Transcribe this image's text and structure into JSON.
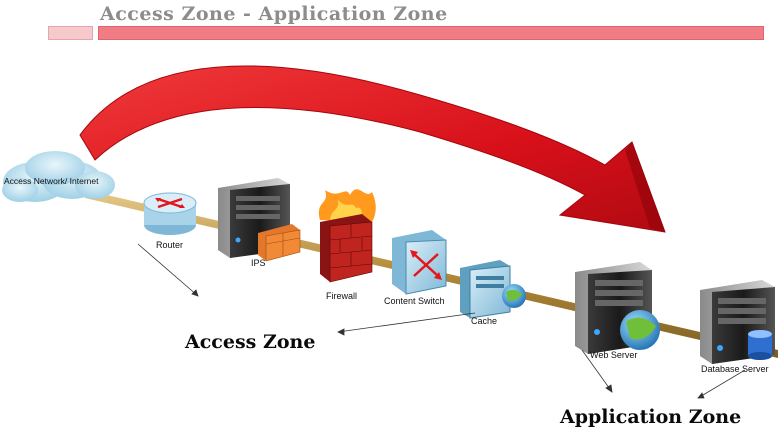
{
  "title": "Access Zone - Application Zone",
  "labels": {
    "cloud": "Access Network/ Internet",
    "router": "Router",
    "ips": "IPS",
    "firewall": "Firewall",
    "content_switch": "Content Switch",
    "cache": "Cache",
    "web_server": "Web Server",
    "database_server": "Database Server"
  },
  "zones": {
    "access": "Access Zone",
    "application": "Application Zone"
  },
  "colors": {
    "arrow": "#e4161c",
    "title_bar": "#f07c85",
    "title_bar_light": "#f6c9cc",
    "cable": "#c9a25a"
  }
}
